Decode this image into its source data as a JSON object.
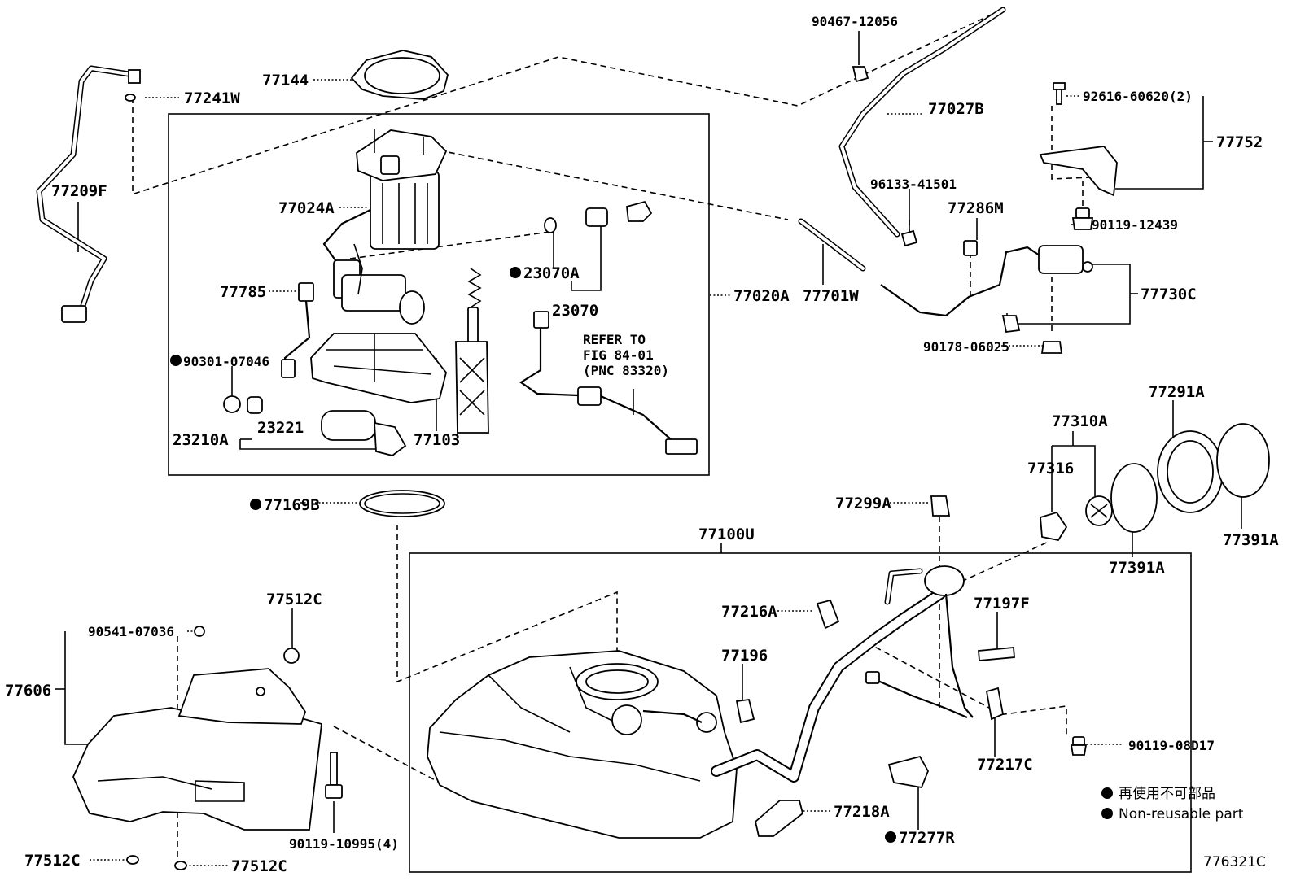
{
  "diagram_id": "776321C",
  "legend": {
    "jp": "再使用不可部品",
    "en": "Non-reusable part"
  },
  "labels": {
    "p90467": "90467-12056",
    "p77144": "77144",
    "p77241W": "77241W",
    "p77027B": "77027B",
    "p92616": "92616-60620(2)",
    "p77752": "77752",
    "p77209F": "77209F",
    "p77024A": "77024A",
    "p96133": "96133-41501",
    "p77286M": "77286M",
    "p90119_12439": "90119-12439",
    "p77785": "77785",
    "p23070A": "23070A",
    "p23070": "23070",
    "p77020A": "77020A",
    "p77701W": "77701W",
    "p77730C": "77730C",
    "p90301": "90301-07046",
    "refer1": "REFER TO",
    "refer2": "FIG 84-01",
    "refer3": "(PNC 83320)",
    "p90178": "90178-06025",
    "p23221": "23221",
    "p23210A": "23210A",
    "p77103": "77103",
    "p77291A": "77291A",
    "p77310A": "77310A",
    "p77316": "77316",
    "p77169B": "77169B",
    "p77299A": "77299A",
    "p77391A_a": "77391A",
    "p77391A_b": "77391A",
    "p77100U": "77100U",
    "p77512C_top": "77512C",
    "p77216A": "77216A",
    "p77197F": "77197F",
    "p90541": "90541-07036",
    "p77196": "77196",
    "p77606": "77606",
    "p90119_08D17": "90119-08D17",
    "p77217C": "77217C",
    "p77218A": "77218A",
    "p77277R": "77277R",
    "p90119_10995": "90119-10995(4)",
    "p77512C_bl": "77512C",
    "p77512C_br": "77512C"
  }
}
